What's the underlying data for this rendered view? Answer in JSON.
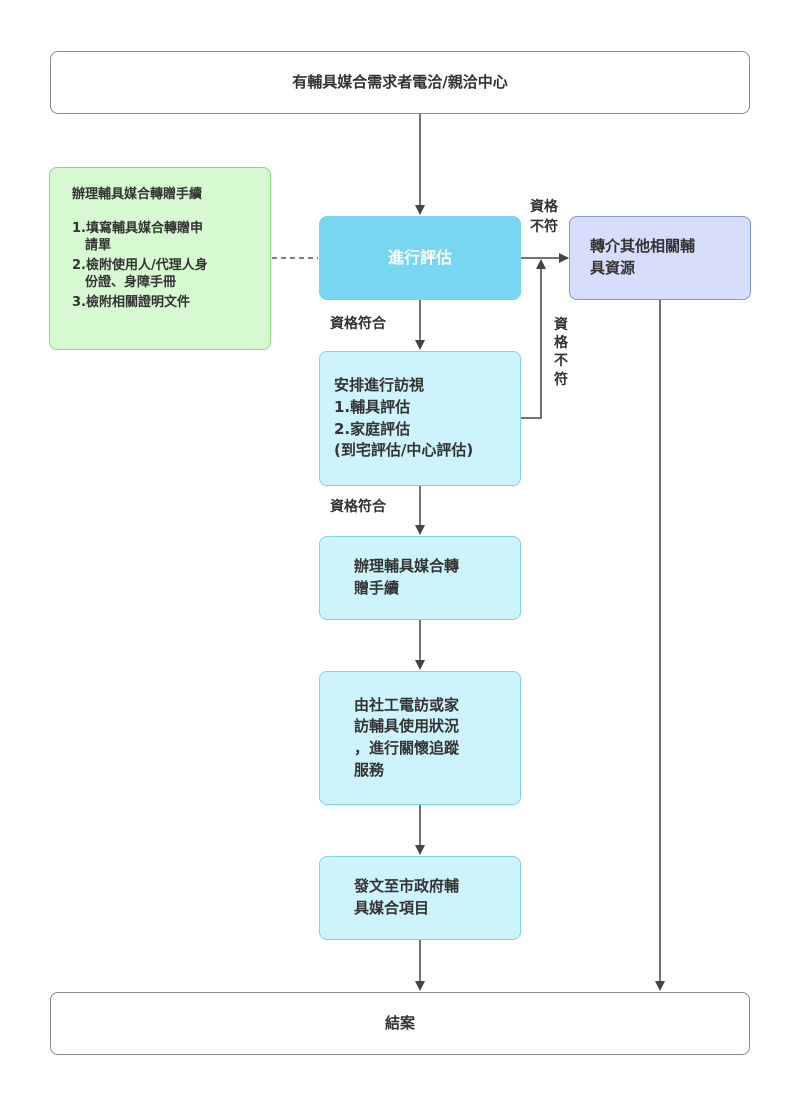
{
  "start": "有輔具媒合需求者電洽/親洽中心",
  "evaluate": "進行評估",
  "documents": {
    "title": "辦理輔具媒合轉贈手續",
    "items": [
      [
        "1.填寫輔具媒合轉贈申",
        "請單"
      ],
      [
        "2.檢附使用人/代理人身",
        "份證、身障手冊"
      ],
      [
        "3.檢附相關證明文件"
      ]
    ]
  },
  "refer": [
    "轉介其他相關輔",
    "具資源"
  ],
  "visit": [
    "安排進行訪視",
    "1.輔具評估",
    "2.家庭評估",
    "(到宅評估/中心評估)"
  ],
  "transfer": [
    "辦理輔具媒合轉",
    "贈手續"
  ],
  "followup": [
    "由社工電訪或家",
    "訪輔具使用狀況",
    "，進行關懷追蹤",
    "服務"
  ],
  "official": [
    "發文至市政府輔",
    "具媒合項目"
  ],
  "end": "結案",
  "labels": {
    "unqualified_1": [
      "資格",
      "不符"
    ],
    "qualified_1": "資格符合",
    "unqualified_2": [
      "資",
      "格",
      "不",
      "符"
    ],
    "qualified_2": "資格符合"
  },
  "colors": {
    "arrow": "#444444",
    "step_fill": "#cdf3fc",
    "step_border": "#7ed3ec",
    "evaluate_fill": "#79d6f1",
    "refer_fill": "#d7defc",
    "refer_border": "#8196dc",
    "documents_fill": "#d6f9d1",
    "documents_border": "#8ed58a"
  }
}
